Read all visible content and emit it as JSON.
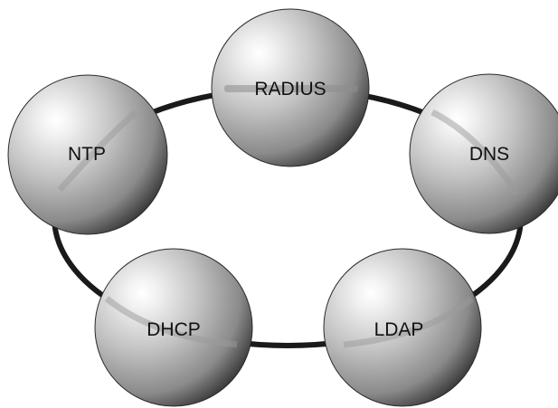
{
  "diagram": {
    "nodes": [
      {
        "id": "radius",
        "label": "RADIUS"
      },
      {
        "id": "ntp",
        "label": "NTP"
      },
      {
        "id": "dns",
        "label": "DNS"
      },
      {
        "id": "dhcp",
        "label": "DHCP"
      },
      {
        "id": "ldap",
        "label": "LDAP"
      }
    ],
    "ring_color": "#1a1a1a",
    "sphere_color_light": "#ffffff",
    "sphere_color_dark": "#3c3c3c"
  }
}
